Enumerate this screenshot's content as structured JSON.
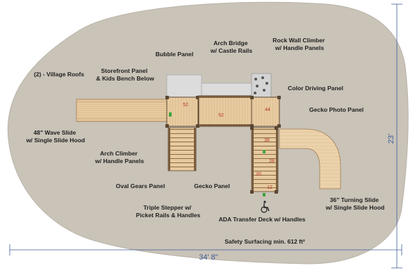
{
  "colors": {
    "surfacing": "#c9c3b8",
    "wood": "#e8caa0",
    "wood_dark": "#9c7a4e",
    "post": "#5a4632",
    "dimension": "#3f5d9a",
    "number": "#b23a2a",
    "gecko": "#3fa43a"
  },
  "labels": {
    "village_roofs": "(2) - Village Roofs",
    "bubble_panel": "Bubble Panel",
    "arch_bridge": [
      "Arch Bridge",
      "w/ Castle Rails"
    ],
    "rock_wall": [
      "Rock Wall Climber",
      "w/ Handle Panels"
    ],
    "storefront": [
      "Storefront Panel",
      "& Kids Bench Below"
    ],
    "color_driving": "Color Driving Panel",
    "gecko_photo": "Gecko Photo Panel",
    "wave_slide": [
      "48\" Wave Slide",
      "w/ Single Slide Hood"
    ],
    "arch_climber": [
      "Arch Climber",
      "w/ Handle Panels"
    ],
    "oval_gears": "Oval Gears Panel",
    "gecko_panel": "Gecko Panel",
    "triple_stepper": [
      "Triple Stepper w/",
      "Picket Rails & Handles"
    ],
    "ada_transfer": "ADA Transfer Deck w/ Handles",
    "turning_slide": [
      "36\" Turning Slide",
      "w/ Single Slide Hood"
    ],
    "safety_surfacing": "Safety Surfacing min. 612 ft²"
  },
  "dimensions": {
    "width": "34' 8\"",
    "height": "23'"
  },
  "deck_heights": {
    "d52": "52",
    "d52b": "52",
    "d44": "44",
    "d36": "36",
    "d28": "28",
    "d20": "20",
    "d12": "12"
  },
  "icons": {
    "accessibility": "wheelchair-icon"
  }
}
